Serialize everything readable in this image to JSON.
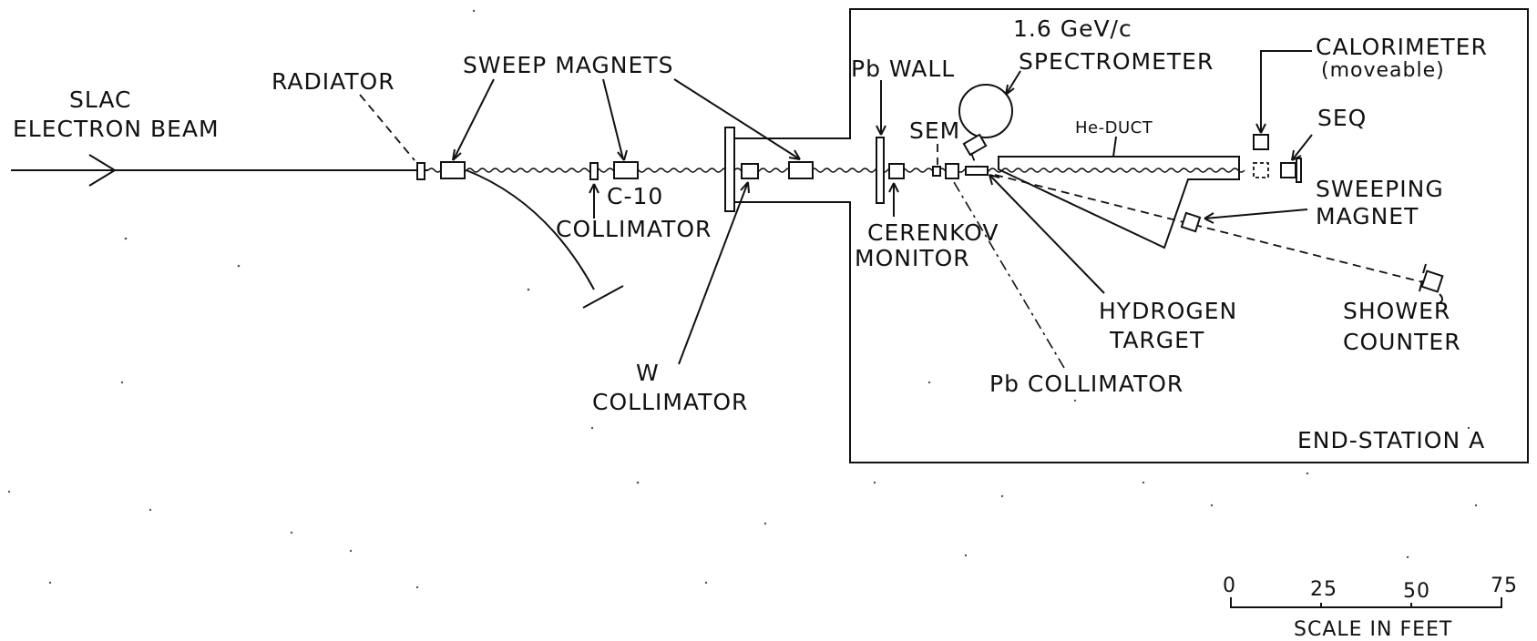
{
  "labels": {
    "beam_line1": "SLAC",
    "beam_line2": "ELECTRON BEAM",
    "radiator": "RADIATOR",
    "sweep_magnets": "SWEEP MAGNETS",
    "c10": "C-10",
    "collimator": "COLLIMATOR",
    "w_line1": "W",
    "w_line2": "COLLIMATOR",
    "pb_wall": "Pb WALL",
    "sem": "SEM",
    "spectrometer_line1": "1.6 GeV/c",
    "spectrometer_line2": "SPECTROMETER",
    "cerenkov_line1": "CERENKOV",
    "cerenkov_line2": "MONITOR",
    "he_duct": "He-DUCT",
    "calorimeter_line1": "CALORIMETER",
    "calorimeter_line2": "(moveable)",
    "seq": "SEQ",
    "sweeping_line1": "SWEEPING",
    "sweeping_line2": "MAGNET",
    "hydrogen_line1": "HYDROGEN",
    "hydrogen_line2": "TARGET",
    "pb_collimator": "Pb COLLIMATOR",
    "shower_line1": "SHOWER",
    "shower_line2": "COUNTER",
    "end_station": "END-STATION A"
  },
  "scale": {
    "ticks": [
      "0",
      "25",
      "50",
      "75"
    ],
    "title": "SCALE IN FEET"
  }
}
